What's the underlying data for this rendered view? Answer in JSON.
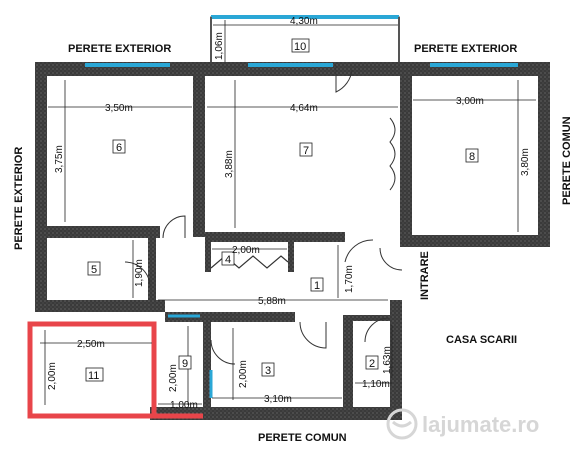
{
  "labels": {
    "perete_exterior_top_left": "PERETE EXTERIOR",
    "perete_exterior_top_right": "PERETE EXTERIOR",
    "perete_exterior_left": "PERETE EXTERIOR",
    "perete_comun_right": "PERETE COMUN",
    "perete_comun_bottom": "PERETE COMUN",
    "intrare": "INTRARE",
    "casa_scarii": "CASA SCARII"
  },
  "rooms": {
    "r1": "1",
    "r2": "2",
    "r3": "3",
    "r4": "4",
    "r5": "5",
    "r6": "6",
    "r7": "7",
    "r8": "8",
    "r9": "9",
    "r10": "10",
    "r11": "11"
  },
  "dimensions": {
    "balcony_w": "4,30m",
    "balcony_h": "1,06m",
    "room6_w": "3,50m",
    "room6_h": "3,75m",
    "room7_w": "4,64m",
    "room7_h": "3,88m",
    "room8_w": "3,00m",
    "room8_h": "3,80m",
    "room4_w": "2,00m",
    "room5_h": "1,90m",
    "hall_h": "1,70m",
    "hall_w": "5,88m",
    "room11_w": "2,50m",
    "room11_h": "2,00m",
    "room9_h": "2,00m",
    "room9_w": "1,00m",
    "room3_h": "2,00m",
    "room3_w": "3,10m",
    "room2_h": "1,63m",
    "room2_w": "1,10m"
  },
  "watermark": "lajumate.ro",
  "colors": {
    "wall": "#3a3a3a",
    "window": "#2aa7d6",
    "highlight": "#e8454a"
  }
}
